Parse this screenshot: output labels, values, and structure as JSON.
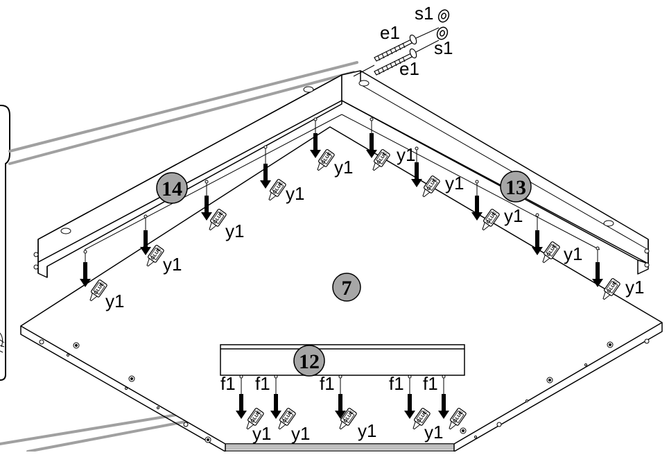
{
  "parts": {
    "p14": "14",
    "p13": "13",
    "p7": "7",
    "p12": "12"
  },
  "hardware": {
    "s1_top": "s1",
    "s1_bottom": "s1",
    "e1_top": "e1",
    "e1_bottom": "e1"
  },
  "glue_label": "y1",
  "dowel_label": "f1",
  "glue_bottle_text": "GLUE",
  "colors": {
    "badge_fill": "#a6a6a6",
    "leader_gray": "#a0a0a0",
    "line": "#000000"
  }
}
